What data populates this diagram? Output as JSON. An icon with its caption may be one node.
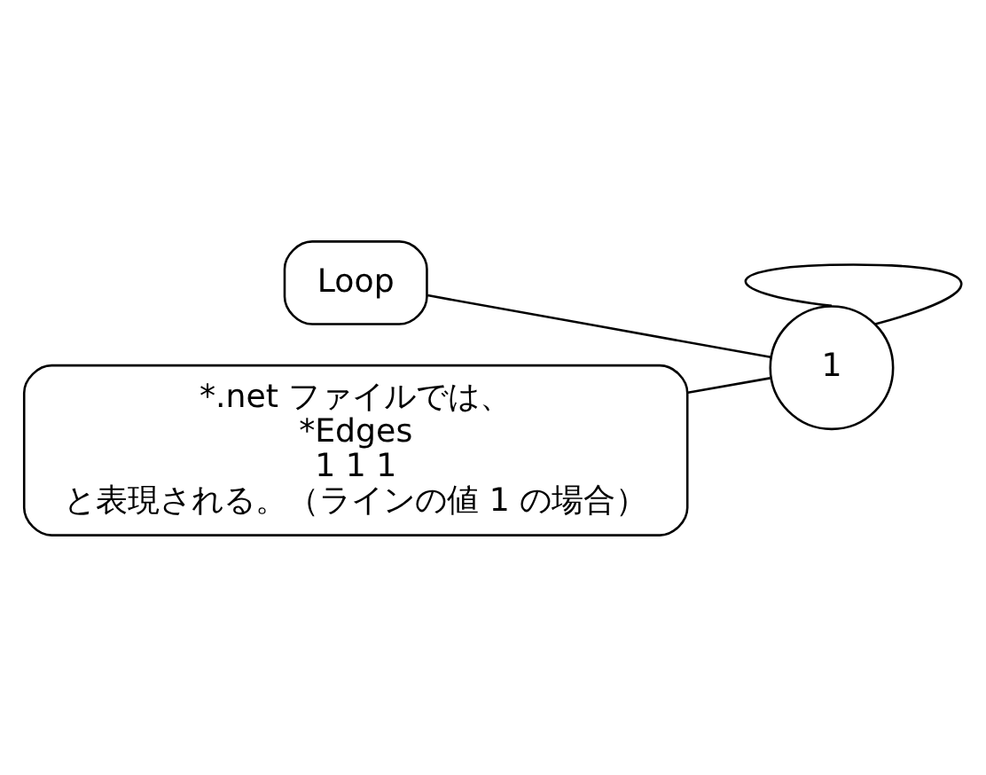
{
  "diagram": {
    "nodes": [
      {
        "text": [
          "1"
        ]
      },
      {
        "text": [
          "Loop"
        ]
      },
      {
        "text": [
          "*.net ファイルでは、",
          "*Edges",
          "1 1 1",
          "と表現される。（ラインの値 1 の場合）"
        ]
      }
    ],
    "edges": [
      {
        "from": 0,
        "to": 0,
        "arrow": "none"
      },
      {
        "from": 1,
        "to": 0,
        "arrow": "none"
      },
      {
        "from": 2,
        "to": 0,
        "arrow": "none"
      }
    ]
  }
}
